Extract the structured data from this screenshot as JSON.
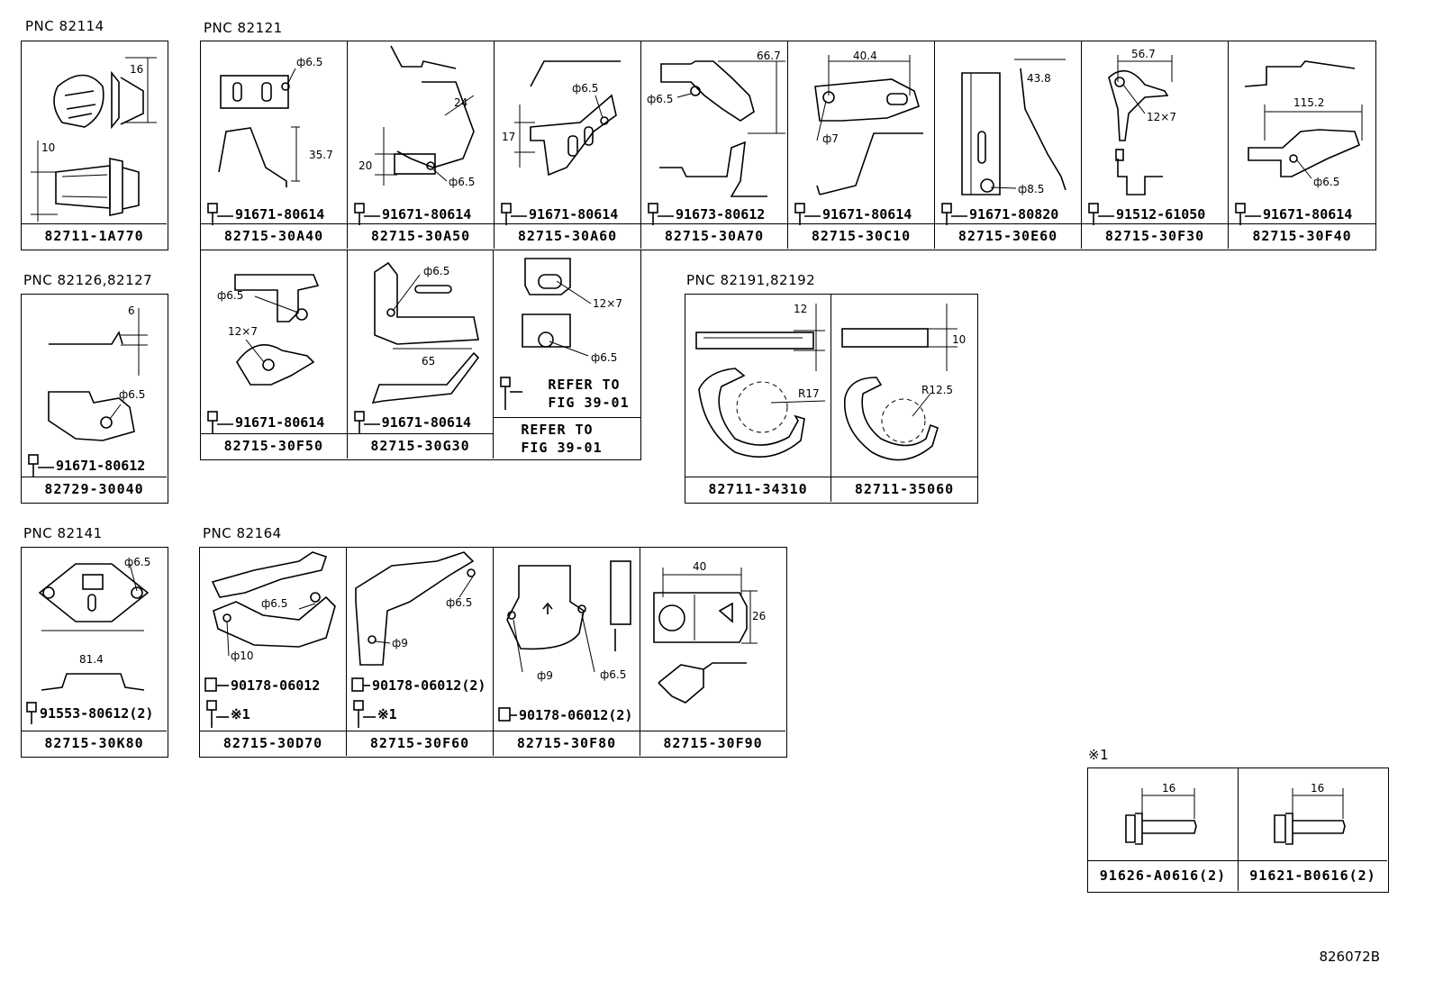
{
  "groups": {
    "g82114": {
      "label": "PNC 82114",
      "parts": [
        "82711-1A770"
      ],
      "dims": [
        "16",
        "10"
      ]
    },
    "g82121": {
      "label": "PNC 82121",
      "row1": [
        {
          "part": "82715-30A40",
          "bolt": "91671-80614",
          "dims": [
            "ф6.5",
            "35.7"
          ]
        },
        {
          "part": "82715-30A50",
          "bolt": "91671-80614",
          "dims": [
            "24",
            "20",
            "ф6.5"
          ]
        },
        {
          "part": "82715-30A60",
          "bolt": "91671-80614",
          "dims": [
            "ф6.5",
            "17"
          ]
        },
        {
          "part": "82715-30A70",
          "bolt": "91673-80612",
          "dims": [
            "66.7",
            "ф6.5"
          ]
        },
        {
          "part": "82715-30C10",
          "bolt": "91671-80614",
          "dims": [
            "40.4",
            "ф7"
          ]
        },
        {
          "part": "82715-30E60",
          "bolt": "91671-80820",
          "dims": [
            "43.8",
            "ф8.5"
          ]
        },
        {
          "part": "82715-30F30",
          "bolt": "91512-61050",
          "dims": [
            "56.7",
            "12×7"
          ]
        },
        {
          "part": "82715-30F40",
          "bolt": "91671-80614",
          "dims": [
            "115.2",
            "ф6.5"
          ]
        }
      ],
      "row2": [
        {
          "part": "82715-30F50",
          "bolt": "91671-80614",
          "dims": [
            "ф6.5",
            "12×7"
          ]
        },
        {
          "part": "82715-30G30",
          "bolt": "91671-80614",
          "dims": [
            "ф6.5",
            "65"
          ]
        }
      ],
      "refer_cell": {
        "dims": [
          "12×7",
          "ф6.5"
        ],
        "bolt_note": "REFER TO\nFIG 39-01",
        "part_note": "REFER TO\nFIG 39-01"
      }
    },
    "g82126": {
      "label": "PNC 82126,82127",
      "part": "82729-30040",
      "bolt": "91671-80612",
      "dims": [
        "6",
        "ф6.5"
      ]
    },
    "g82191": {
      "label": "PNC 82191,82192",
      "cells": [
        {
          "part": "82711-34310",
          "dims": [
            "12",
            "R17"
          ]
        },
        {
          "part": "82711-35060",
          "dims": [
            "10",
            "R12.5"
          ]
        }
      ]
    },
    "g82141": {
      "label": "PNC 82141",
      "part": "82715-30K80",
      "bolt": "91553-80612(2)",
      "dims": [
        "ф6.5",
        "81.4"
      ]
    },
    "g82164": {
      "label": "PNC 82164",
      "cells": [
        {
          "part": "82715-30D70",
          "bolt": "90178-06012",
          "bolt2": "※1",
          "dims": [
            "ф6.5",
            "ф10"
          ]
        },
        {
          "part": "82715-30F60",
          "bolt": "90178-06012(2)",
          "bolt2": "※1",
          "dims": [
            "ф6.5",
            "ф9"
          ]
        },
        {
          "part": "82715-30F80",
          "bolt": "90178-06012(2)",
          "dims": [
            "ф9",
            "ф6.5"
          ]
        },
        {
          "part": "82715-30F90",
          "dims": [
            "40",
            "26"
          ]
        }
      ]
    },
    "note1": {
      "label": "※1",
      "cells": [
        {
          "part": "91626-A0616(2)",
          "dims": [
            "16"
          ]
        },
        {
          "part": "91621-B0616(2)",
          "dims": [
            "16"
          ]
        }
      ]
    }
  },
  "figure_code": "826072B"
}
